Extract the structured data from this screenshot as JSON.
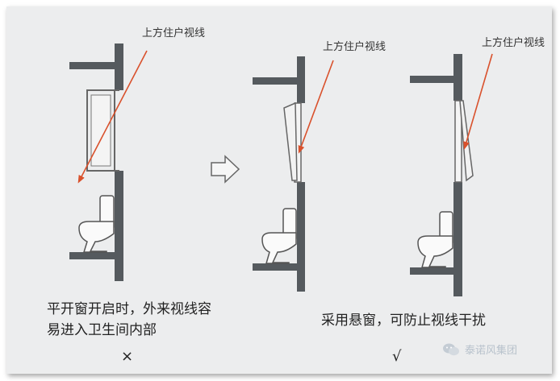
{
  "scenes": {
    "left": {
      "view_label": "上方住户视线"
    },
    "middle": {
      "view_label": "上方住户视线"
    },
    "right": {
      "view_label": "上方住户视线"
    }
  },
  "captions": {
    "casement_line1": "平开窗开启时，外来视线容",
    "casement_line2": "易进入卫生间内部",
    "awning": "采用悬窗，可防止视线干扰"
  },
  "marks": {
    "wrong": "×",
    "correct": "√"
  },
  "watermark": {
    "text": "泰诺风集团",
    "icon": "wechat-icon"
  },
  "colors": {
    "arrow": "#d9512c",
    "wall": "#555a5e",
    "background": "#ecedee"
  }
}
